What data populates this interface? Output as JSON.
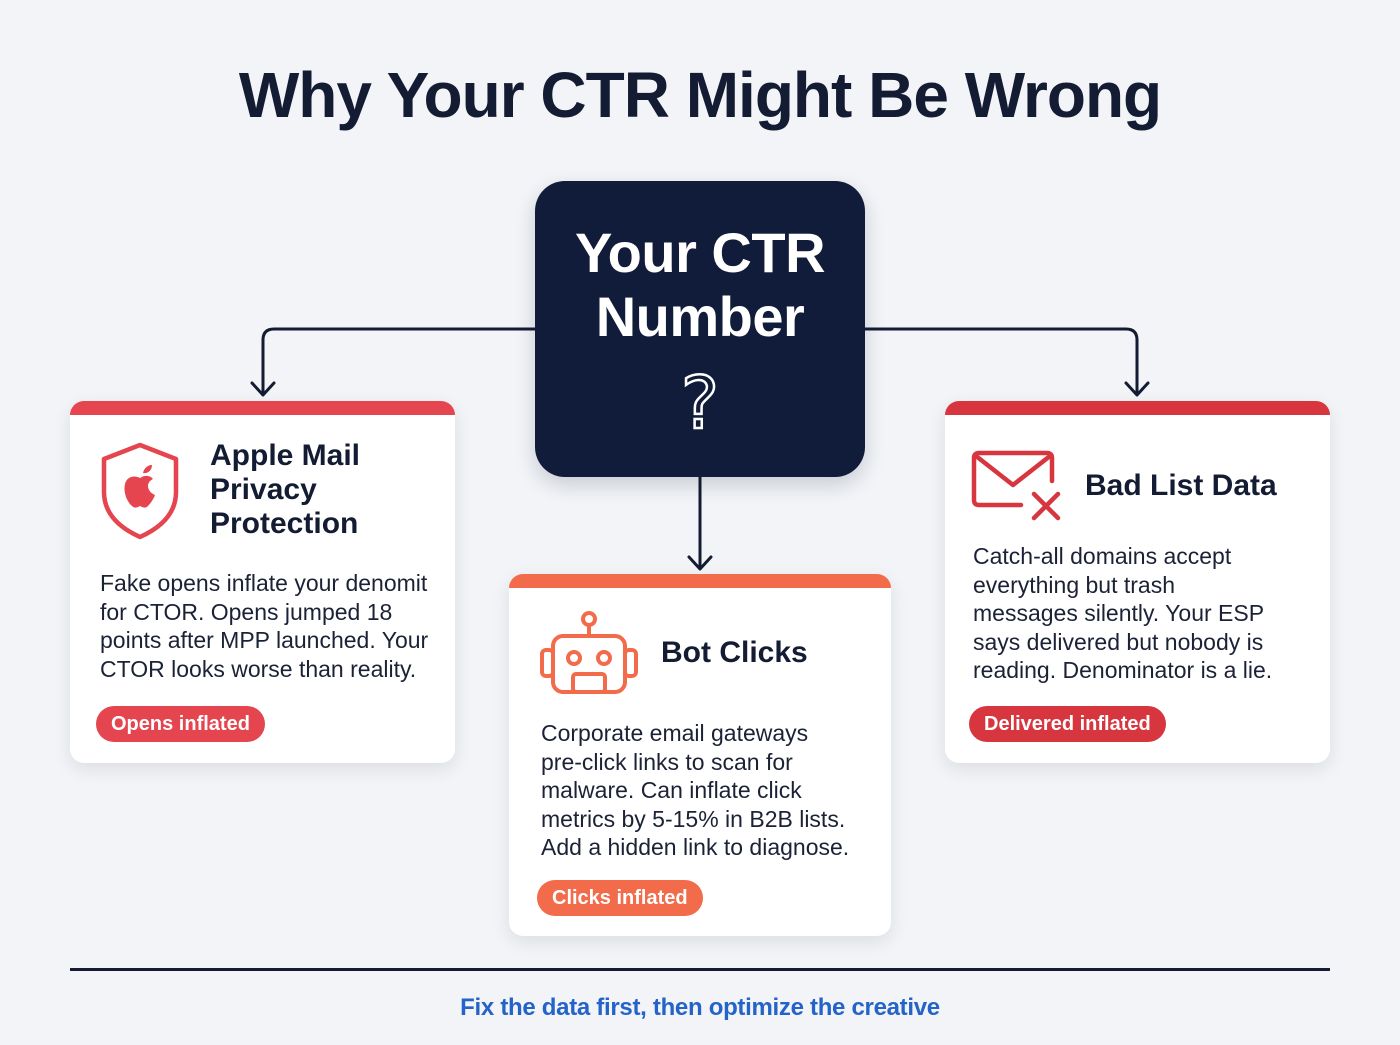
{
  "title": "Why Your CTR Might Be Wrong",
  "center_node": {
    "title": "Your CTR\nNumber",
    "symbol": "?"
  },
  "cards": [
    {
      "id": "mpp",
      "icon": "shield-apple-icon",
      "title": "Apple Mail\nPrivacy\nProtection",
      "body": "Fake opens inflate your denomit\nfor CTOR. Opens jumped 18\npoints after MPP launched. Your\nCTOR looks worse than reality.",
      "badge": "Opens inflated",
      "accent": "#e5454f"
    },
    {
      "id": "bot",
      "icon": "robot-icon",
      "title": "Bot Clicks",
      "body": "Corporate email gateways\npre-click links to scan for\nmalware. Can inflate click\nmetrics by 5-15% in B2B lists.\nAdd a hidden link to diagnose.",
      "badge": "Clicks inflated",
      "accent": "#f26b4a"
    },
    {
      "id": "list",
      "icon": "envelope-x-icon",
      "title": "Bad List Data",
      "body": "Catch-all domains accept\neverything but trash\nmessages  silently. Your ESP\nsays delivered but nobody is\nreading. Denominator is a lie.",
      "badge": "Delivered inflated",
      "accent": "#d8363f"
    }
  ],
  "footer": {
    "note": "Fix the data first, then optimize the creative"
  },
  "colors": {
    "background": "#f2f4f7",
    "navy": "#111c3a",
    "red": "#e5454f",
    "orange": "#f26b4a",
    "crimson": "#d8363f",
    "footer_blue": "#2463c8"
  }
}
